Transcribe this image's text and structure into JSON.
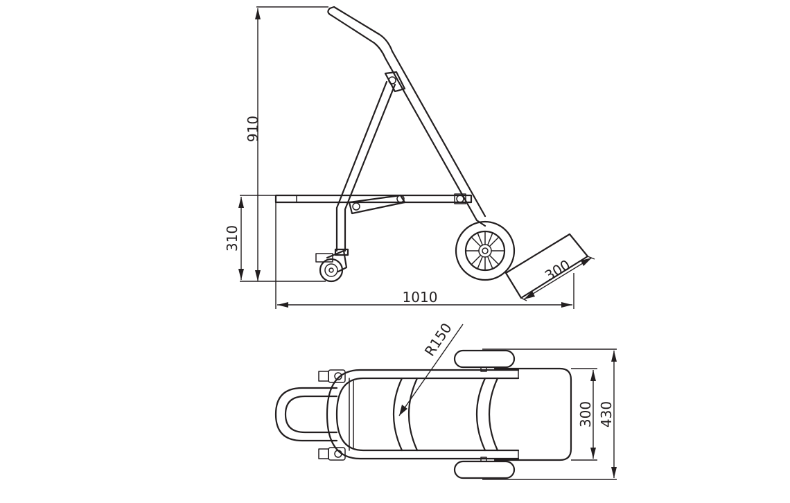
{
  "side_view": {
    "height_total": "910",
    "height_platform": "310",
    "length_total": "1010",
    "plate_depth": "300"
  },
  "top_view": {
    "radius": "R150",
    "width_inner": "300",
    "width_total": "430"
  },
  "colors": {
    "line": "#231f20",
    "background": "#ffffff"
  }
}
